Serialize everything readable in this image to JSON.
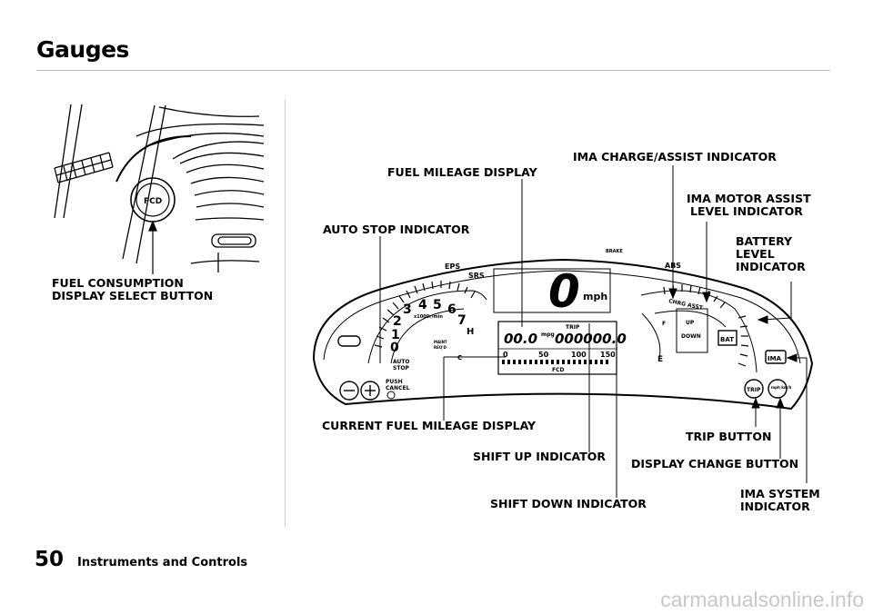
{
  "header": {
    "title": "Gauges"
  },
  "callouts": {
    "fuel_consumption_button": [
      "FUEL CONSUMPTION",
      "DISPLAY SELECT BUTTON"
    ],
    "fuel_mileage_display": "FUEL MILEAGE DISPLAY",
    "ima_charge_assist": "IMA CHARGE/ASSIST INDICATOR",
    "ima_motor_assist": [
      "IMA MOTOR ASSIST",
      "LEVEL INDICATOR"
    ],
    "auto_stop": "AUTO STOP INDICATOR",
    "battery_level": [
      "BATTERY",
      "LEVEL",
      "INDICATOR"
    ],
    "current_fuel_mileage": "CURRENT FUEL MILEAGE DISPLAY",
    "trip_button": "TRIP BUTTON",
    "shift_up": "SHIFT UP INDICATOR",
    "display_change": "DISPLAY CHANGE BUTTON",
    "ima_system": [
      "IMA SYSTEM",
      "INDICATOR"
    ],
    "shift_down": "SHIFT DOWN INDICATOR"
  },
  "panel_labels": {
    "fcd": "FCD",
    "eps": "EPS",
    "srs": "SRS",
    "brake": "BRAKE",
    "abs": "ABS",
    "speed": "0",
    "mph": "mph",
    "rpm_unit": "x1000r/min",
    "trip": "TRIP",
    "mpg": "mpg",
    "odo_left": "00.0",
    "odo_right": "000000.0",
    "scale_0": "0",
    "scale_50": "50",
    "scale_100": "100",
    "scale_150": "150",
    "fcd_lower": "FCD",
    "auto": "AUTO",
    "stop": "STOP",
    "push": "PUSH",
    "cancel": "CANCEL",
    "maint": "MAINT",
    "reqd": "REQ'D",
    "charge_assist": "CHRG  ASST",
    "up": "UP",
    "down": "DOWN",
    "bat": "BAT",
    "ima": "IMA",
    "trip_btn": "TRIP",
    "mph_kmh": "mph km/h",
    "h": "H",
    "c": "C",
    "e": "E",
    "f": "F",
    "rpm_digits": [
      "0",
      "1",
      "2",
      "3",
      "4",
      "5",
      "6",
      "7"
    ]
  },
  "footer": {
    "page_number": "50",
    "section": "Instruments and Controls"
  },
  "watermark": "carmanualsonline.info"
}
